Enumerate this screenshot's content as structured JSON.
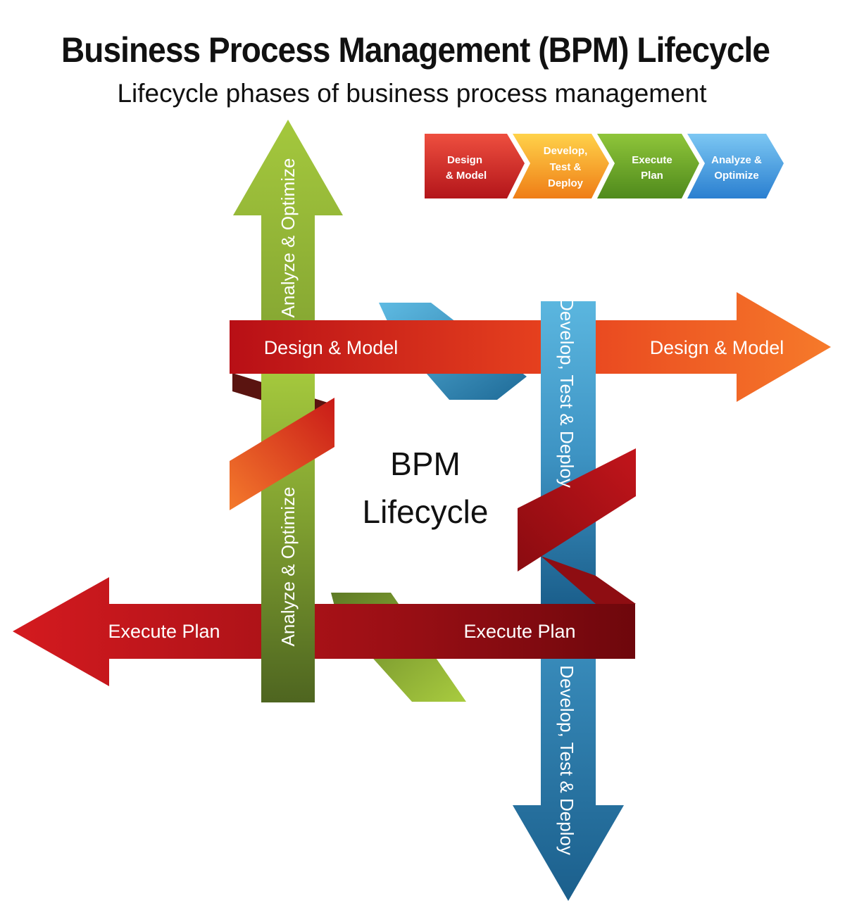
{
  "header": {
    "title": "Business Process Management (BPM) Lifecycle",
    "subtitle": "Lifecycle phases of business process management"
  },
  "legend": {
    "steps": [
      {
        "line1": "Design",
        "line2": "& Model",
        "line3": "",
        "color": "#d8262a"
      },
      {
        "line1": "Develop,",
        "line2": "Test &",
        "line3": "Deploy",
        "color": "#f39a12"
      },
      {
        "line1": "Execute",
        "line2": "Plan",
        "line3": "",
        "color": "#6aa823"
      },
      {
        "line1": "Analyze &",
        "line2": "Optimize",
        "line3": "",
        "color": "#3d9fe0"
      }
    ]
  },
  "arrows": {
    "design_left": "Design & Model",
    "design_right": "Design & Model",
    "develop_top": "Develop, Test & Deploy",
    "develop_bottom": "Develop, Test & Deploy",
    "execute_left": "Execute Plan",
    "execute_right": "Execute Plan",
    "analyze_top": "Analyze & Optimize",
    "analyze_bottom": "Analyze & Optimize"
  },
  "center": {
    "line1": "BPM",
    "line2": "Lifecycle"
  },
  "colors": {
    "red": "#c8151b",
    "orange": "#f26b25",
    "green": "#8db43a",
    "olive": "#5d7a26",
    "blue": "#4aa3d0",
    "darkblue": "#1c6b96",
    "darkred": "#7a0b10"
  }
}
